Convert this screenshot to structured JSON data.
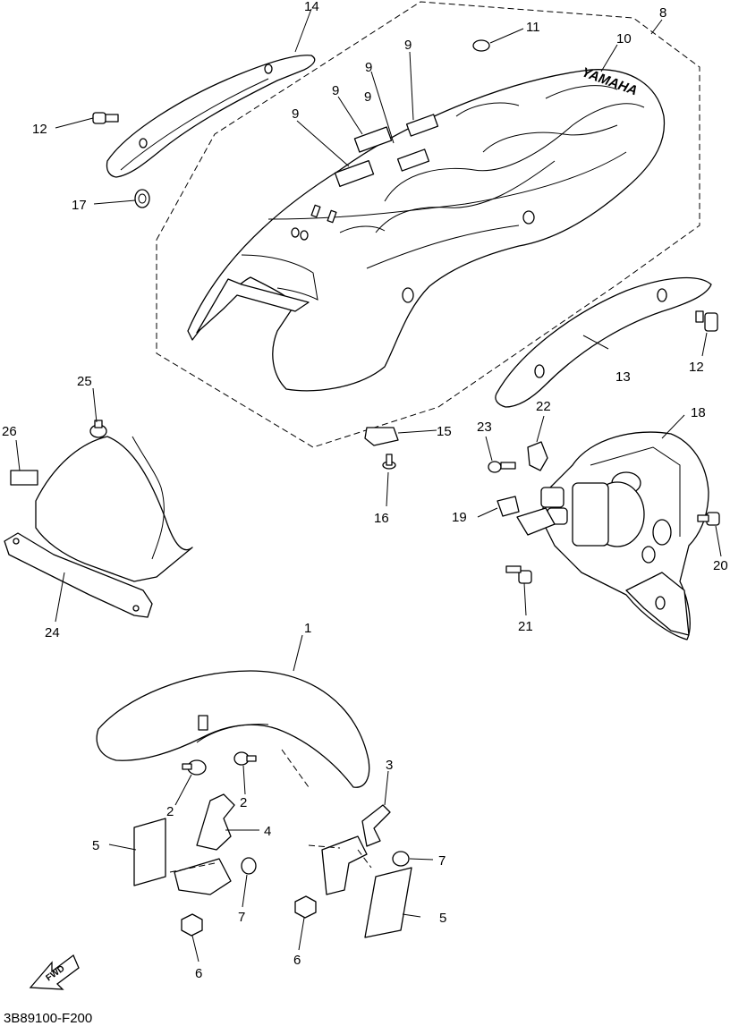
{
  "diagram": {
    "code": "3B89100-F200",
    "fwd_label": "FWD",
    "callouts": {
      "c1": "1",
      "c2a": "2",
      "c2b": "2",
      "c3": "3",
      "c4": "4",
      "c5a": "5",
      "c5b": "5",
      "c6a": "6",
      "c6b": "6",
      "c7a": "7",
      "c7b": "7",
      "c8": "8",
      "c9a": "9",
      "c9b": "9",
      "c9c": "9",
      "c9d": "9",
      "c9e": "9",
      "c10": "10",
      "c11": "11",
      "c12a": "12",
      "c12b": "12",
      "c13": "13",
      "c14": "14",
      "c15": "15",
      "c16": "16",
      "c17": "17",
      "c18": "18",
      "c19": "19",
      "c20": "20",
      "c21": "21",
      "c22": "22",
      "c23": "23",
      "c24": "24",
      "c25": "25",
      "c26": "26"
    },
    "logo_text": "YAMAHA"
  }
}
